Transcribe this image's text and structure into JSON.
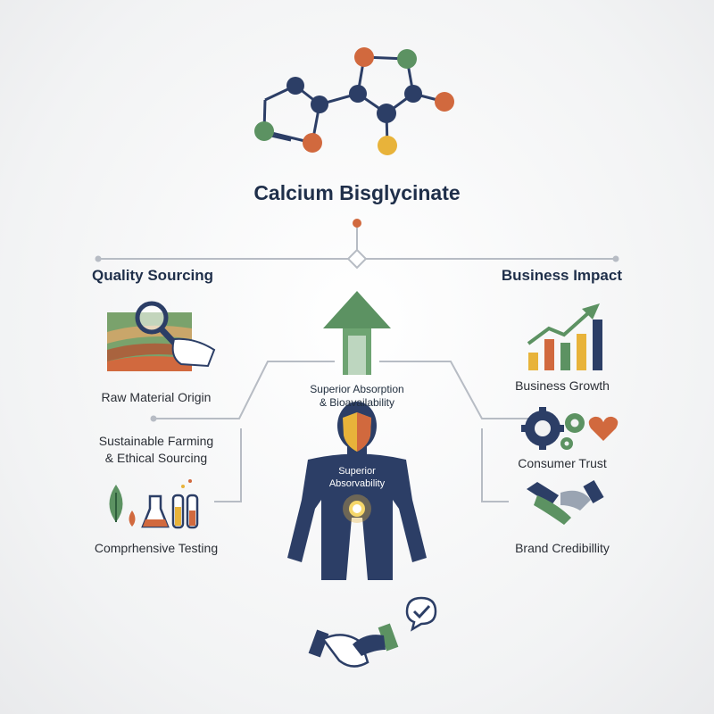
{
  "title": "Calcium Bisglycinate",
  "left": {
    "heading": "Quality Sourcing",
    "items": [
      {
        "label": "Raw Material Origin",
        "icon": "field-magnifier-icon"
      },
      {
        "label_line1": "Sustainable Farming",
        "label_line2": "& Ethical Sourcing",
        "icon": "none"
      },
      {
        "label": "Comprhensive Testing",
        "icon": "leaf-lab-flasks-icon"
      }
    ]
  },
  "right": {
    "heading": "Business Impact",
    "items": [
      {
        "label": "Business Growth",
        "icon": "bar-chart-growth-icon"
      },
      {
        "label": "Consumer Trust",
        "icon": "gears-heart-icon"
      },
      {
        "label": "Brand Credibillity",
        "icon": "handshake-icon"
      }
    ]
  },
  "center": {
    "arrow_label_line1": "Superior Absorption",
    "arrow_label_line2": "& Bioavailability",
    "body_label_line1": "Superior",
    "body_label_line2": "Absorvability",
    "icons": [
      "up-arrow-icon",
      "shield-icon",
      "human-figure-icon",
      "glow-core-icon",
      "handshake-check-icon"
    ]
  },
  "colors": {
    "navy": "#2c3e66",
    "green": "#5c9262",
    "orange": "#d1693e",
    "yellow": "#e8b33a",
    "line": "#b7bcc4"
  }
}
